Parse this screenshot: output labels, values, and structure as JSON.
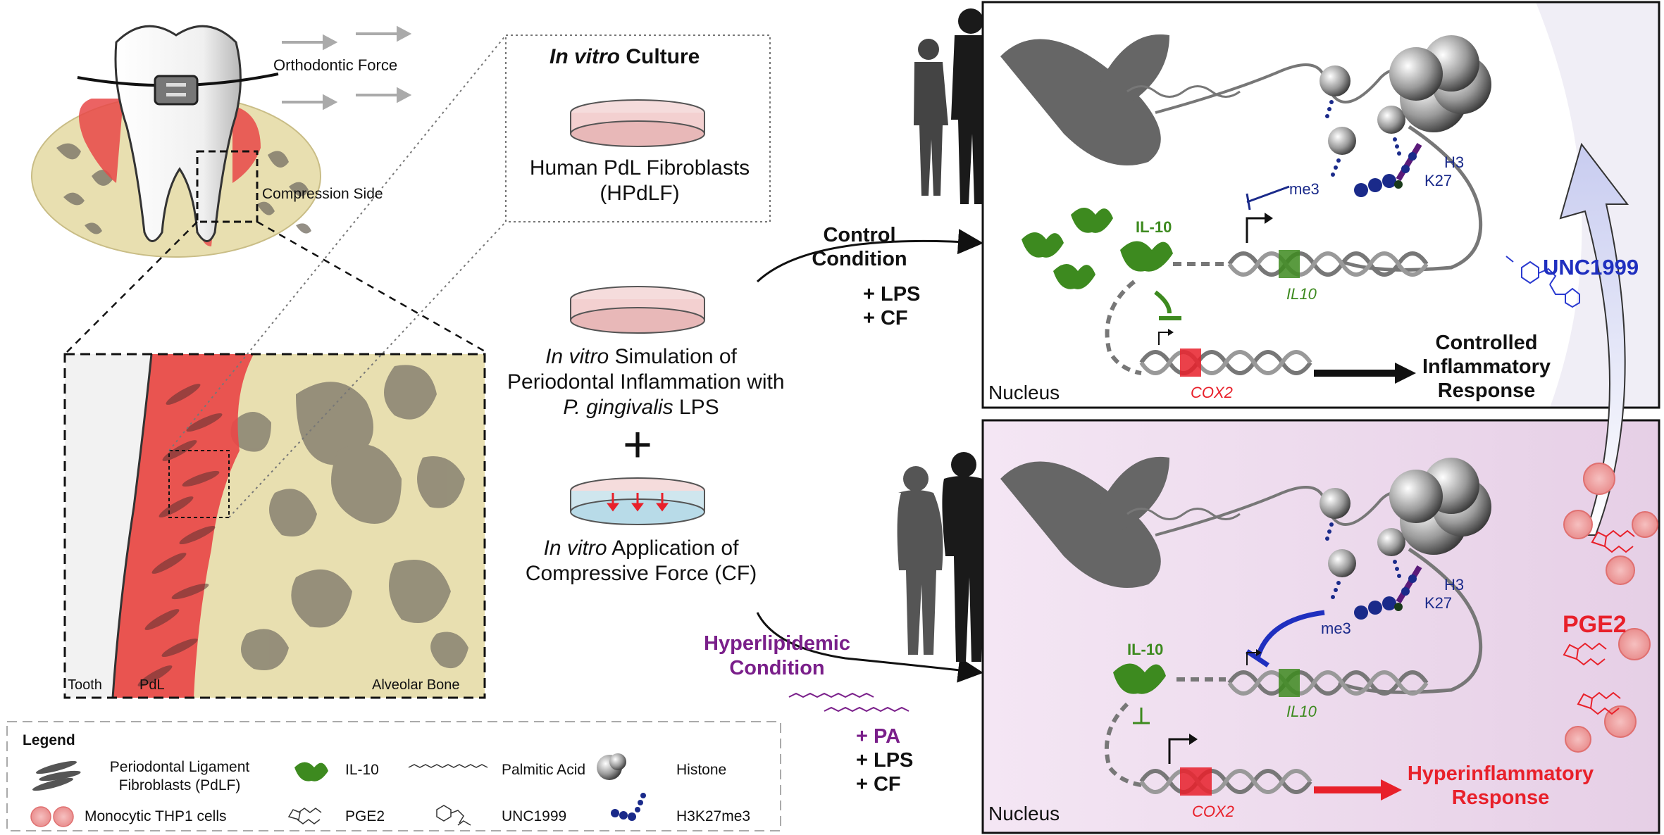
{
  "labels": {
    "orthodontic_force": "Orthodontic Force",
    "compression_side": "Compression Side",
    "tooth": "Tooth",
    "pdl": "PdL",
    "alveolar_bone": "Alveolar Bone",
    "in_vitro_culture_italic": "In vitro",
    "in_vitro_culture_rest": " Culture",
    "hpdlf_line1": "Human PdL Fibroblasts",
    "hpdlf_line2": "(HPdLF)",
    "sim_line1_italic": "In vitro",
    "sim_line1_rest": " Simulation of",
    "sim_line2": "Periodontal Inflammation with",
    "sim_line3_italic": "P. gingivalis",
    "sim_line3_rest": " LPS",
    "plus_sign": "+",
    "cf_line1_italic": "In vitro",
    "cf_line1_rest": " Application of",
    "cf_line2": "Compressive Force (CF)",
    "control_line1": "Control",
    "control_line2": "Condition",
    "ctrl_lps": "+ LPS",
    "ctrl_cf": "+ CF",
    "hyper_line1": "Hyperlipidemic",
    "hyper_line2": "Condition",
    "hyper_pa": "+ PA",
    "hyper_lps": "+ LPS",
    "hyper_cf": "+ CF",
    "nucleus_top": "Nucleus",
    "nucleus_bottom": "Nucleus",
    "il10_top": "IL-10",
    "il10_bottom": "IL-10",
    "il10_gene_top": "IL10",
    "il10_gene_bottom": "IL10",
    "cox2_top": "COX2",
    "cox2_bottom": "COX2",
    "me3_top": "me3",
    "me3_bottom": "me3",
    "k27_top": "K27",
    "k27_bottom": "K27",
    "h3_top": "H3",
    "h3_bottom": "H3",
    "controlled_line1": "Controlled",
    "controlled_line2": "Inflammatory",
    "controlled_line3": "Response",
    "hyperinf_line1": "Hyperinflammatory",
    "hyperinf_line2": "Response",
    "unc1999": "UNC1999",
    "pge2": "PGE2"
  },
  "legend": {
    "title": "Legend",
    "pdlf_line1": "Periodontal Ligament",
    "pdlf_line2": "Fibroblasts (PdLF)",
    "thp1": "Monocytic THP1 cells",
    "il10": "IL-10",
    "pge2": "PGE2",
    "palmitic": "Palmitic Acid",
    "unc1999": "UNC1999",
    "histone": "Histone",
    "h3k27me3": "H3K27me3"
  },
  "colors": {
    "green": "#3d8a1f",
    "red": "#e8202a",
    "purple": "#7a1f8a",
    "blue": "#1f2fbf",
    "navy": "#1a2a8a",
    "pink_bg": "#f0dff0",
    "bone": "#e8dfb0",
    "pdl_red": "#e84848"
  }
}
